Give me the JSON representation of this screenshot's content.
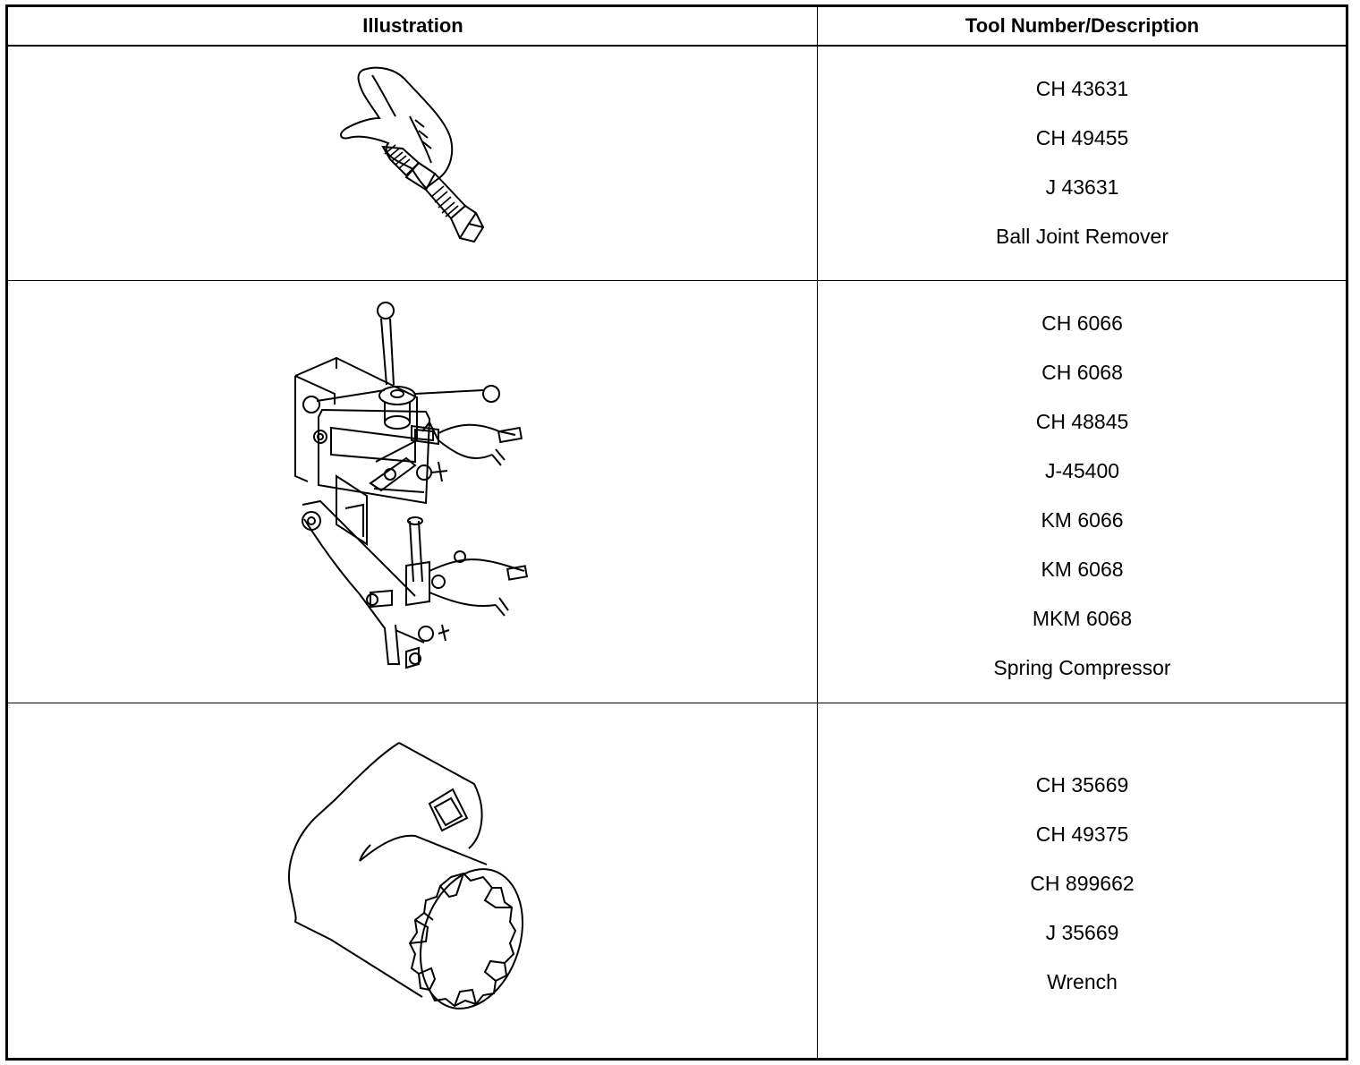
{
  "header": {
    "illustration": "Illustration",
    "description": "Tool Number/Description"
  },
  "rows": [
    {
      "icon": "ball-joint-remover-illustration",
      "lines": [
        "CH 43631",
        "CH 49455",
        "J 43631",
        "Ball Joint Remover"
      ]
    },
    {
      "icon": "spring-compressor-illustration",
      "lines": [
        "CH 6066",
        "CH 6068",
        "CH 48845",
        "J-45400",
        "KM 6066",
        "KM 6068",
        "MKM 6068",
        "Spring Compressor"
      ]
    },
    {
      "icon": "wrench-socket-illustration",
      "lines": [
        "CH 35669",
        "CH 49375",
        "CH 899662",
        "J 35669",
        "Wrench"
      ]
    }
  ]
}
